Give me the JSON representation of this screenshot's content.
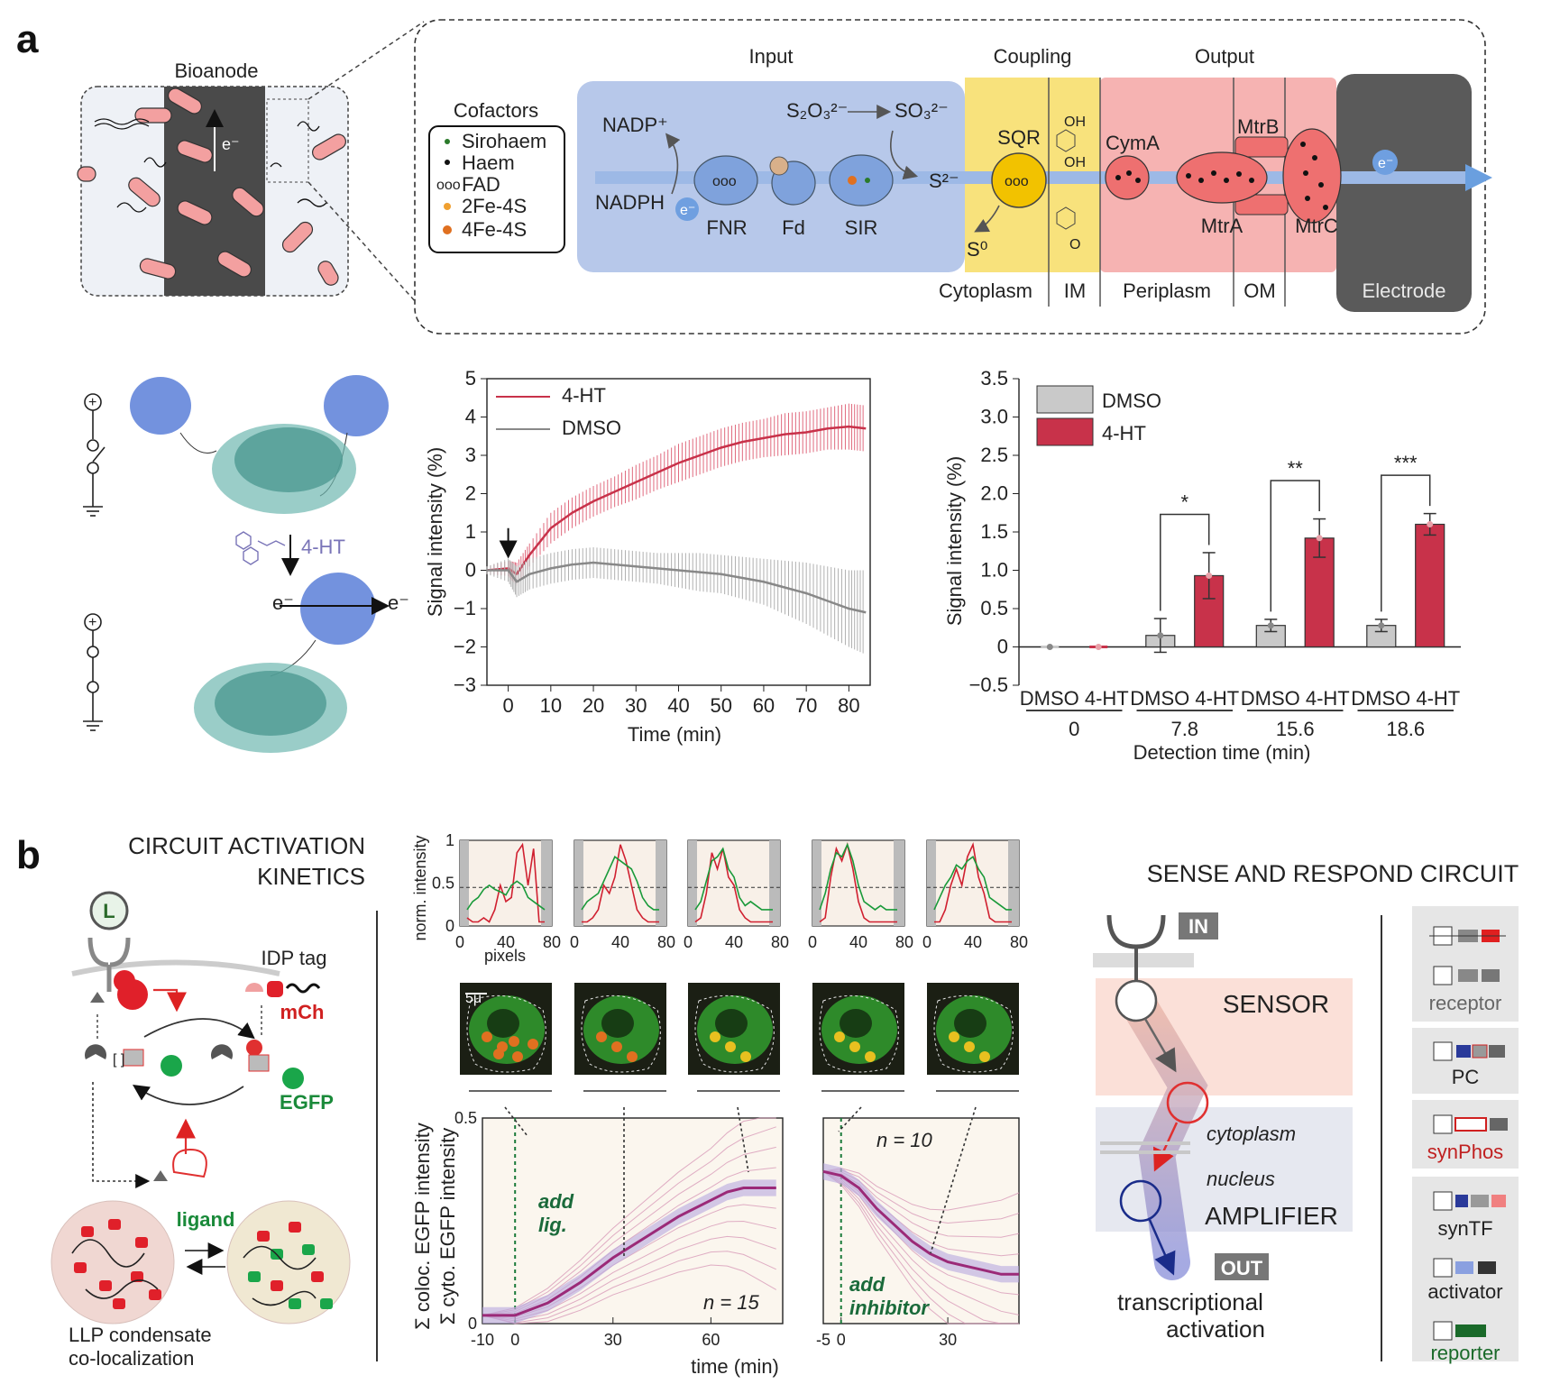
{
  "panel_a": {
    "letter": "a",
    "bioanode": {
      "title": "Bioanode",
      "electron": "e⁻"
    },
    "schema": {
      "input": "Input",
      "coupling": "Coupling",
      "output": "Output",
      "cofactors_title": "Cofactors",
      "cofactors": [
        "Sirohaem",
        "Haem",
        "FAD",
        "2Fe-4S",
        "4Fe-4S"
      ],
      "nadp": "NADP⁺",
      "nadph": "NADPH",
      "electron": "e⁻",
      "thiosulfate": "S₂O₃²⁻",
      "sulfite": "SO₃²⁻",
      "fnr": "FNR",
      "fd": "Fd",
      "sir": "SIR",
      "sulfide": "S²⁻",
      "sulfur": "S⁰",
      "sqr": "SQR",
      "oh": "OH",
      "o": "O",
      "cyma": "CymA",
      "mtrb": "MtrB",
      "mtra": "MtrA",
      "mtrc": "MtrC",
      "electrode": "Electrode",
      "compartments": [
        "Cytoplasm",
        "IM",
        "Periplasm",
        "OM"
      ]
    },
    "switch": {
      "drug": "4-HT",
      "electron": "e⁻"
    },
    "chart1": {
      "legend": [
        "4-HT",
        "DMSO"
      ],
      "ylabel": "Signal intensity (%)",
      "xlabel": "Time (min)"
    },
    "chart2": {
      "legend": [
        "DMSO",
        "4-HT"
      ],
      "ylabel": "Signal intensity (%)",
      "xlabel": "Detection time (min)",
      "group_label": "DMSO 4-HT",
      "significance": [
        "*",
        "**",
        "***"
      ]
    }
  },
  "panel_b": {
    "letter": "b",
    "left": {
      "title_line1": "CIRCUIT ACTIVATION",
      "title_line2": "KINETICS",
      "ligand_letter": "L",
      "idp_tag": "IDP tag",
      "mch": "mCh",
      "egfp": "EGFP",
      "ligand": "ligand",
      "llp_line1": "LLP condensate",
      "llp_line2": "co-localization"
    },
    "middle": {
      "profile_ylabel": "norm. intensity",
      "profile_xlabel": "pixels",
      "scale_bar": "5μ",
      "ylabel_top": "Σ coloc. EGFP intensity",
      "ylabel_bottom": "Σ cyto. EGFP intensity",
      "xlabel": "time (min)",
      "add_lig_1": "add",
      "add_lig_2": "lig.",
      "add_inh_1": "add",
      "add_inh_2": "inhibitor",
      "n1": "n = 15",
      "n2": "n = 10"
    },
    "right": {
      "title": "SENSE AND RESPOND CIRCUIT",
      "in": "IN",
      "sensor": "SENSOR",
      "cytoplasm": "cytoplasm",
      "nucleus": "nucleus",
      "amplifier": "AMPLIFIER",
      "out": "OUT",
      "trans_line1": "transcriptional",
      "trans_line2": "activation",
      "parts": [
        "receptor",
        "PC",
        "synPhos",
        "synTF",
        "activator",
        "reporter"
      ]
    }
  },
  "chart_data": [
    {
      "type": "line",
      "xlabel": "Time (min)",
      "ylabel": "Signal intensity (%)",
      "xlim": [
        -5,
        85
      ],
      "ylim": [
        -3,
        5
      ],
      "xticks": [
        0,
        10,
        20,
        30,
        40,
        50,
        60,
        70,
        80
      ],
      "yticks": [
        -3,
        -2,
        -1,
        0,
        1,
        2,
        3,
        4,
        5
      ],
      "series": [
        {
          "name": "4-HT",
          "color": "#c8324a",
          "x": [
            -5,
            0,
            2,
            5,
            10,
            15,
            20,
            25,
            30,
            35,
            40,
            45,
            50,
            55,
            60,
            65,
            70,
            75,
            80,
            84
          ],
          "y": [
            0,
            0.05,
            -0.1,
            0.4,
            1.1,
            1.5,
            1.8,
            2.05,
            2.3,
            2.55,
            2.8,
            3.0,
            3.2,
            3.35,
            3.45,
            3.55,
            3.6,
            3.7,
            3.75,
            3.7
          ],
          "err": [
            0.1,
            0.2,
            0.3,
            0.3,
            0.4,
            0.4,
            0.4,
            0.4,
            0.45,
            0.45,
            0.5,
            0.5,
            0.5,
            0.5,
            0.5,
            0.55,
            0.55,
            0.55,
            0.6,
            0.6
          ]
        },
        {
          "name": "DMSO",
          "color": "#888888",
          "x": [
            -5,
            0,
            2,
            5,
            10,
            15,
            20,
            25,
            30,
            35,
            40,
            45,
            50,
            55,
            60,
            65,
            70,
            75,
            80,
            84
          ],
          "y": [
            0,
            0.0,
            -0.3,
            -0.1,
            0.05,
            0.15,
            0.2,
            0.15,
            0.1,
            0.05,
            0.0,
            -0.05,
            -0.1,
            -0.2,
            -0.3,
            -0.45,
            -0.6,
            -0.8,
            -1.0,
            -1.1
          ],
          "err": [
            0.1,
            0.3,
            0.4,
            0.4,
            0.4,
            0.4,
            0.4,
            0.4,
            0.4,
            0.4,
            0.45,
            0.5,
            0.5,
            0.55,
            0.6,
            0.7,
            0.8,
            0.9,
            1.0,
            1.1
          ]
        }
      ],
      "annotation": {
        "arrow_at_x": 0
      }
    },
    {
      "type": "bar",
      "xlabel": "Detection time (min)",
      "ylabel": "Signal intensity (%)",
      "ylim": [
        -0.5,
        3.5
      ],
      "yticks": [
        -0.5,
        0,
        0.5,
        1.0,
        1.5,
        2.0,
        2.5,
        3.0,
        3.5
      ],
      "ytick_labels": [
        "−0.5",
        "0",
        "0.5",
        "1.0",
        "1.5",
        "2.0",
        "2.5",
        "3.0",
        "3.5"
      ],
      "categories": [
        "0",
        "7.8",
        "15.6",
        "18.6"
      ],
      "series": [
        {
          "name": "DMSO",
          "color": "#c9c9c9",
          "values": [
            0.0,
            0.15,
            0.28,
            0.28
          ],
          "err": [
            0.0,
            0.22,
            0.08,
            0.08
          ]
        },
        {
          "name": "4-HT",
          "color": "#c8324a",
          "values": [
            0.0,
            0.93,
            1.42,
            1.6
          ],
          "err": [
            0.0,
            0.3,
            0.25,
            0.14
          ]
        }
      ],
      "significance": [
        {
          "group": "7.8",
          "label": "*"
        },
        {
          "group": "15.6",
          "label": "**"
        },
        {
          "group": "18.6",
          "label": "***"
        }
      ]
    },
    {
      "type": "line",
      "xlabel": "time (min)",
      "ylabel": "Σ coloc. EGFP intensity / Σ cyto. EGFP intensity",
      "panels": [
        {
          "xlim": [
            -10,
            82
          ],
          "ylim": [
            0,
            0.5
          ],
          "xticks": [
            -10,
            0,
            30,
            60
          ],
          "yticks": [
            0,
            0.5
          ],
          "series": [
            {
              "name": "mean",
              "color": "#9b2a78",
              "x": [
                -10,
                0,
                10,
                20,
                30,
                40,
                50,
                60,
                65,
                70,
                75,
                80
              ],
              "y": [
                0.02,
                0.02,
                0.05,
                0.1,
                0.16,
                0.21,
                0.26,
                0.3,
                0.32,
                0.33,
                0.33,
                0.33
              ]
            }
          ]
        },
        {
          "xlim": [
            -5,
            50
          ],
          "ylim": [
            0,
            0.5
          ],
          "xticks": [
            -5,
            0,
            30
          ],
          "series": [
            {
              "name": "mean",
              "color": "#9b2a78",
              "x": [
                -5,
                0,
                5,
                10,
                15,
                20,
                25,
                30,
                35,
                40,
                45,
                50
              ],
              "y": [
                0.37,
                0.36,
                0.33,
                0.28,
                0.24,
                0.2,
                0.17,
                0.15,
                0.14,
                0.13,
                0.12,
                0.12
              ]
            }
          ]
        }
      ]
    },
    {
      "type": "line",
      "xlabel": "pixels",
      "ylabel": "norm. intensity",
      "xticks": [
        0,
        40,
        80
      ],
      "yticks": [
        0,
        0.5,
        1
      ],
      "profiles": 5
    }
  ]
}
